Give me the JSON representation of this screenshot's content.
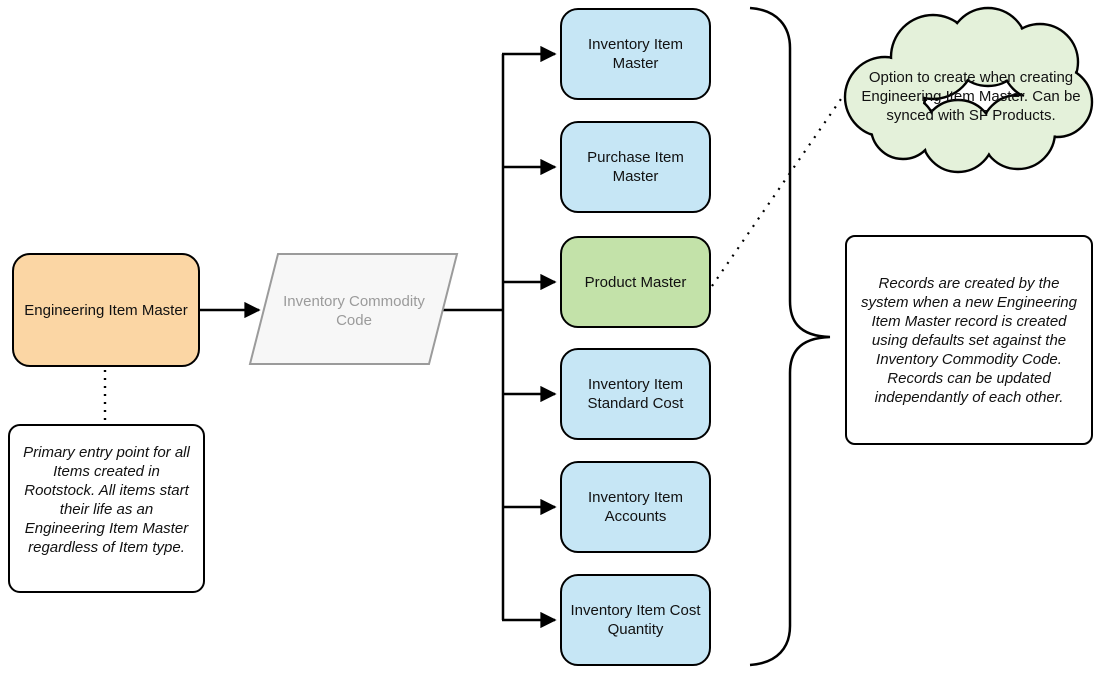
{
  "nodes": {
    "engineering_item_master": {
      "label": "Engineering Item Master",
      "fill": "#fbd6a4"
    },
    "inventory_commodity_code": {
      "label": "Inventory Commodity Code",
      "fill": "#f7f7f7",
      "text_color": "#9b9b9b"
    },
    "targets": [
      {
        "label": "Inventory Item Master",
        "fill": "#c6e6f5"
      },
      {
        "label": "Purchase Item Master",
        "fill": "#c6e6f5"
      },
      {
        "label": "Product Master",
        "fill": "#c3e2a9"
      },
      {
        "label": "Inventory Item Standard Cost",
        "fill": "#c6e6f5"
      },
      {
        "label": "Inventory Item Accounts",
        "fill": "#c6e6f5"
      },
      {
        "label": "Inventory Item Cost Quantity",
        "fill": "#c6e6f5"
      }
    ]
  },
  "annotations": {
    "cloud_note": "Option to create when creating Engineering Item Master. Can be synced with SF Products.",
    "records_note": "Records are created by the system when a new Engineering Item Master record is created using defaults set against the Inventory Commodity Code. Records can be updated independantly of each other.",
    "primary_note": "Primary entry point for all Items created in Rootstock. All items start their life as an Engineering Item Master regardless of Item type."
  },
  "colors": {
    "node_orange": "#fbd6a4",
    "node_blue": "#c6e6f5",
    "node_green": "#c3e2a9",
    "cloud_green": "#e4f1da",
    "parallelogram_gray": "#f7f7f7",
    "muted_text_gray": "#9b9b9b",
    "stroke_black": "#000000"
  }
}
